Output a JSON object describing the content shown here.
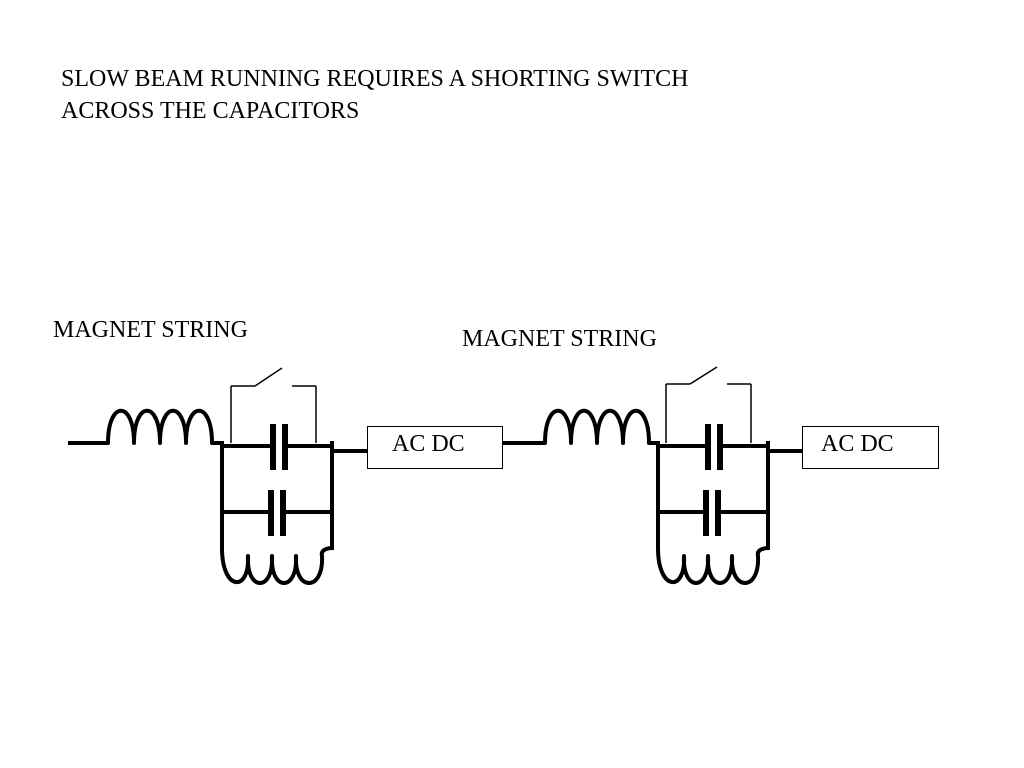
{
  "title": {
    "line1": "SLOW BEAM RUNNING REQUIRES A SHORTING SWITCH",
    "line2": "ACROSS THE CAPACITORS"
  },
  "circuits": [
    {
      "label": "MAGNET STRING",
      "supply": "AC DC"
    },
    {
      "label": "MAGNET STRING",
      "supply": "AC DC"
    }
  ]
}
